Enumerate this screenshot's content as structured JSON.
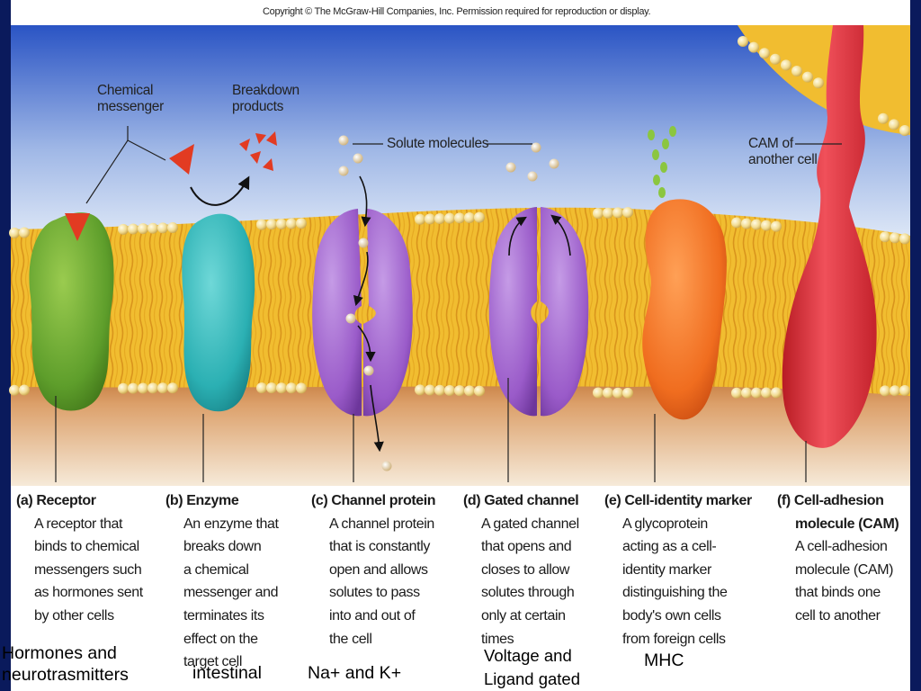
{
  "copyright": "Copyright © The McGraw-Hill Companies, Inc. Permission required for reproduction or display.",
  "labels": {
    "chemical_messenger": [
      "Chemical",
      "messenger"
    ],
    "breakdown_products": [
      "Breakdown",
      "products"
    ],
    "solute_molecules": "Solute molecules",
    "cam_other_cell": [
      "CAM of",
      "another cell"
    ]
  },
  "proteins": [
    {
      "head": "(a) Receptor",
      "lines": [
        "A receptor that",
        "binds to chemical",
        "messengers such",
        "as hormones sent",
        "by other cells"
      ]
    },
    {
      "head": "(b) Enzyme",
      "lines": [
        "An enzyme that",
        "breaks down",
        "a chemical",
        "messenger and",
        "terminates its",
        "effect on the",
        "target cell"
      ]
    },
    {
      "head": "(c) Channel protein",
      "lines": [
        "A channel protein",
        "that is constantly",
        "open and allows",
        "solutes to pass",
        "into and out of",
        "the cell"
      ]
    },
    {
      "head": "(d) Gated channel",
      "lines": [
        "A gated channel",
        "that opens and",
        "closes to allow",
        "solutes through",
        "only at certain",
        "times"
      ]
    },
    {
      "head": "(e) Cell-identity marker",
      "lines": [
        "A glycoprotein",
        "acting as a cell-",
        "identity marker",
        "distinguishing the",
        "body's own cells",
        "from foreign cells"
      ]
    },
    {
      "head_lines": [
        "(f) Cell-adhesion",
        "molecule (CAM)"
      ],
      "lines": [
        "A cell-adhesion",
        "molecule (CAM)",
        "that binds one",
        "cell to another"
      ]
    }
  ],
  "notes": {
    "receptor": [
      "Hormones and",
      "neurotrasmitters"
    ],
    "enzyme": "intestinal",
    "channel": "Na+ and K+",
    "gated": [
      "Voltage and",
      "Ligand gated"
    ],
    "marker": "MHC"
  },
  "colors": {
    "sky_top": "#2a54c4",
    "sky_bottom": "#dfe9f7",
    "membrane": "#f2c23a",
    "phospholipid_head": "#f4e2a0",
    "cytoplasm": "#c8752c",
    "receptor": "#5e9e2b",
    "enzyme": "#2bb0b3",
    "channel": "#9a5bc9",
    "marker": "#f06d1f",
    "cam": "#e6323a",
    "messenger": "#e23b22",
    "glycan": "#8bc63f"
  }
}
